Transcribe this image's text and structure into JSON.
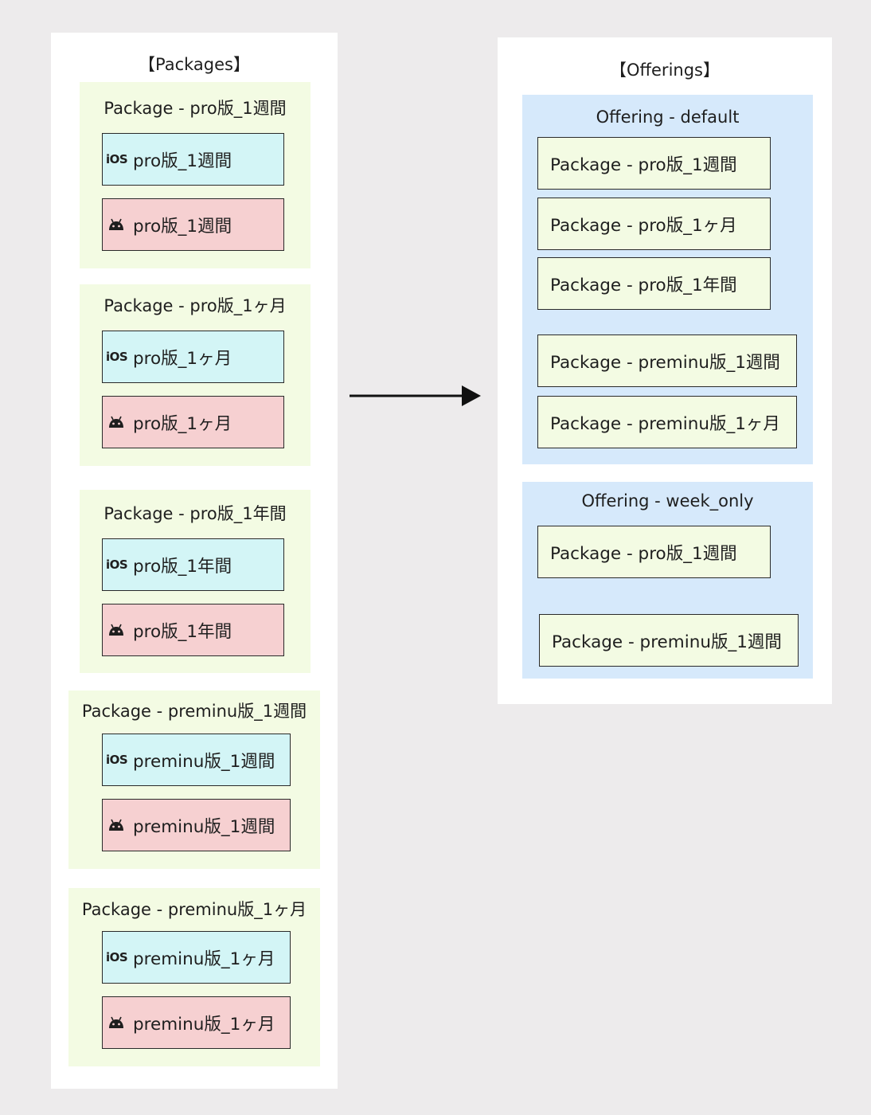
{
  "packages_panel": {
    "title": "【Packages】",
    "groups": [
      {
        "label": "Package - pro版_1週間",
        "ios": "pro版_1週間",
        "android": "pro版_1週間"
      },
      {
        "label": "Package - pro版_1ヶ月",
        "ios": "pro版_1ヶ月",
        "android": "pro版_1ヶ月"
      },
      {
        "label": "Package - pro版_1年間",
        "ios": "pro版_1年間",
        "android": "pro版_1年間"
      },
      {
        "label": "Package - preminu版_1週間",
        "ios": "preminu版_1週間",
        "android": "preminu版_1週間"
      },
      {
        "label": "Package - preminu版_1ヶ月",
        "ios": "preminu版_1ヶ月",
        "android": "preminu版_1ヶ月"
      }
    ],
    "ios_icon_text": "iOS",
    "android_icon": "android-icon"
  },
  "offerings_panel": {
    "title": "【Offerings】",
    "offerings": [
      {
        "label": "Offering - default",
        "packages": [
          "Package - pro版_1週間",
          "Package - pro版_1ヶ月",
          "Package - pro版_1年間",
          "Package - preminu版_1週間",
          "Package - preminu版_1ヶ月"
        ]
      },
      {
        "label": "Offering - week_only",
        "packages": [
          "Package - pro版_1週間",
          "Package - preminu版_1週間"
        ]
      }
    ]
  },
  "colors": {
    "background": "#edebec",
    "panel": "#ffffff",
    "package_group": "#f3fbe3",
    "ios_product": "#d3f5f6",
    "android_product": "#f6d0d1",
    "offering_group": "#d6e9fb"
  }
}
